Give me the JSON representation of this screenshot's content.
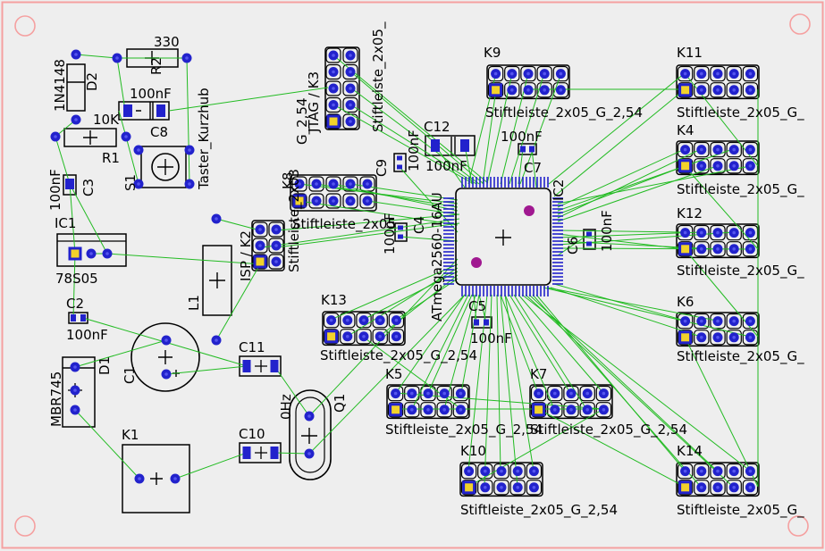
{
  "colors": {
    "background": "#eeeeee",
    "outline": "#f5a0a0",
    "ratsnest": "#22bb22",
    "copper_ring": "#2222cc",
    "pad_fill": "#f2d22a",
    "silk": "#000000",
    "mark": "#a01890"
  },
  "headers": [
    {
      "id": "K9",
      "name": "K9",
      "value": "Stiftleiste_2x05_G_2,54"
    },
    {
      "id": "K11",
      "name": "K11",
      "value": "Stiftleiste_2x05_G_"
    },
    {
      "id": "K4",
      "name": "K4",
      "value": "Stiftleiste_2x05_G_"
    },
    {
      "id": "K12",
      "name": "K12",
      "value": "Stiftleiste_2x05_G_"
    },
    {
      "id": "K6",
      "name": "K6",
      "value": "Stiftleiste_2x05_G_"
    },
    {
      "id": "K13",
      "name": "K13",
      "value": "Stiftleiste_2x05_G_2,54"
    },
    {
      "id": "K5",
      "name": "K5",
      "value": "Stiftleiste_2x05_G_2,54"
    },
    {
      "id": "K7",
      "name": "K7",
      "value": "Stiftleiste_2x05_G_2,54"
    },
    {
      "id": "K10",
      "name": "K10",
      "value": "Stiftleiste_2x05_G_2,54"
    },
    {
      "id": "K14",
      "name": "K14",
      "value": "Stiftleiste_2x05_G_"
    },
    {
      "id": "K3",
      "name": "JTAG / K3",
      "value": "Stiftleiste_2x05_"
    },
    {
      "id": "K8",
      "name": "K8",
      "value": "Stiftleiste_2x05"
    }
  ],
  "parts": {
    "R2": {
      "name": "R2",
      "value": "330"
    },
    "R1": {
      "name": "R1",
      "value": "10K"
    },
    "D2": {
      "name": "D2",
      "value": "1N4148"
    },
    "C8": {
      "name": "C8",
      "value": "100nF"
    },
    "S1": {
      "name": "S1",
      "value": "Taster_Kurzhub"
    },
    "C3": {
      "name": "C3",
      "value": "100nF"
    },
    "IC1": {
      "name": "IC1",
      "value": "78S05"
    },
    "C2": {
      "name": "C2",
      "value": "100nF"
    },
    "D1": {
      "name": "D1",
      "value": "MBR745"
    },
    "C1": {
      "name": "C1"
    },
    "K1": {
      "name": "K1"
    },
    "L1": {
      "name": "L1"
    },
    "K2": {
      "name": "ISP / K2",
      "value": "Stiftleiste_2x03"
    },
    "C11": {
      "name": "C11"
    },
    "C10": {
      "name": "C10"
    },
    "Q1": {
      "name": "Q1",
      "value": "0Hz"
    },
    "C12": {
      "name": "C12",
      "value": "100nF"
    },
    "C9": {
      "name": "C9",
      "value": "100nF"
    },
    "C4": {
      "name": "C4",
      "value": "100nF"
    },
    "C7": {
      "name": "C7",
      "value": "100nF"
    },
    "C5": {
      "name": "C5",
      "value": "100nF"
    },
    "C6": {
      "name": "C6",
      "value": "100nF"
    },
    "IC2": {
      "name": "IC2",
      "value": "ATmega2560-16AU"
    }
  },
  "fragments": {
    "k3_size": "G_2,54",
    "k2_pins": "2x03"
  }
}
